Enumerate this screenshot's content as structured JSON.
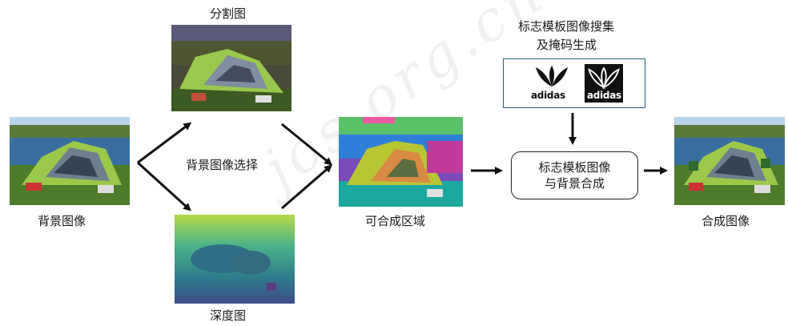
{
  "labels": {
    "background_image": "背景图像",
    "segmentation_map": "分割图",
    "depth_map": "深度图",
    "background_selection": "背景图像选择",
    "composable_region": "可合成区域",
    "logo_search_line1": "标志模板图像搜集",
    "logo_search_line2": "及掩码生成",
    "compose_line1": "标志模板图像",
    "compose_line2": "与背景合成",
    "composite_image": "合成图像"
  },
  "logos": {
    "logo_white_bg": "adidas",
    "logo_black_bg": "adidas"
  },
  "watermark": "jos.org.cn",
  "colors": {
    "arrow": "#111111",
    "panel_border": "#2a5a74"
  }
}
